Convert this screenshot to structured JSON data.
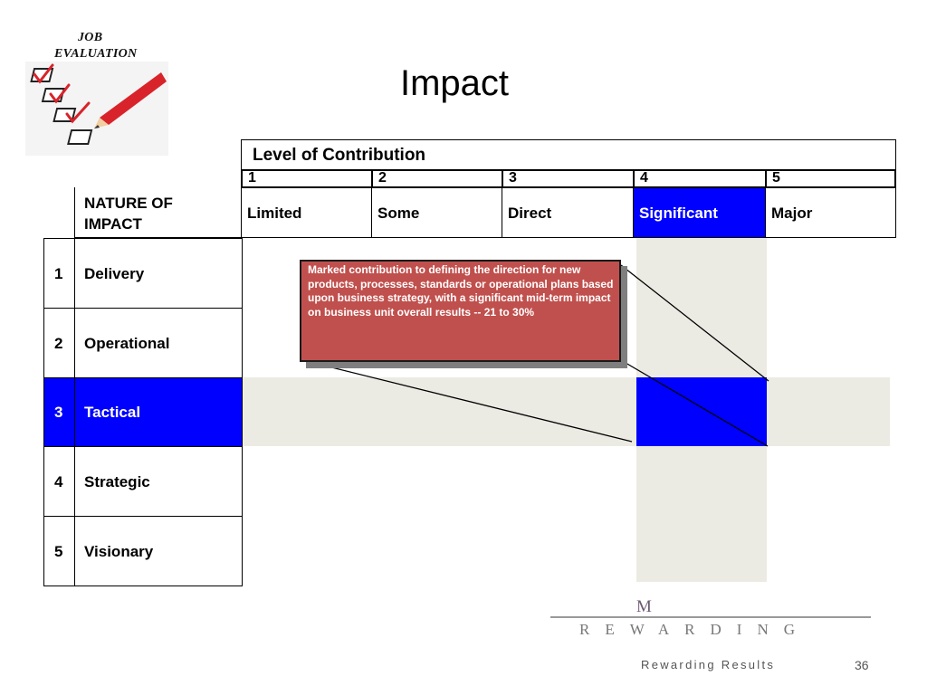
{
  "logo": {
    "line1": "JOB",
    "line2": "EVALUATION"
  },
  "title": "Impact",
  "header": {
    "level_label": "Level of Contribution",
    "nature_label": "NATURE OF\nIMPACT",
    "levels": [
      {
        "num": "1",
        "name": "Limited"
      },
      {
        "num": "2",
        "name": "Some"
      },
      {
        "num": "3",
        "name": "Direct"
      },
      {
        "num": "4",
        "name": "Significant"
      },
      {
        "num": "5",
        "name": "Major"
      }
    ]
  },
  "rows": [
    {
      "num": "1",
      "name": "Delivery"
    },
    {
      "num": "2",
      "name": "Operational"
    },
    {
      "num": "3",
      "name": "Tactical"
    },
    {
      "num": "4",
      "name": "Strategic"
    },
    {
      "num": "5",
      "name": "Visionary"
    }
  ],
  "callout": "Marked contribution to defining the direction for new products, processes, standards or operational plans based upon business strategy, with a significant mid-term impact on business unit overall results --  21 to 30%",
  "brand": {
    "monogram": "M",
    "word": "REWARDING",
    "tagline": "Rewarding Results"
  },
  "page_number": "36",
  "colors": {
    "highlight": "#0000ff",
    "shade": "#ecebe3",
    "callout": "#c0504d"
  }
}
